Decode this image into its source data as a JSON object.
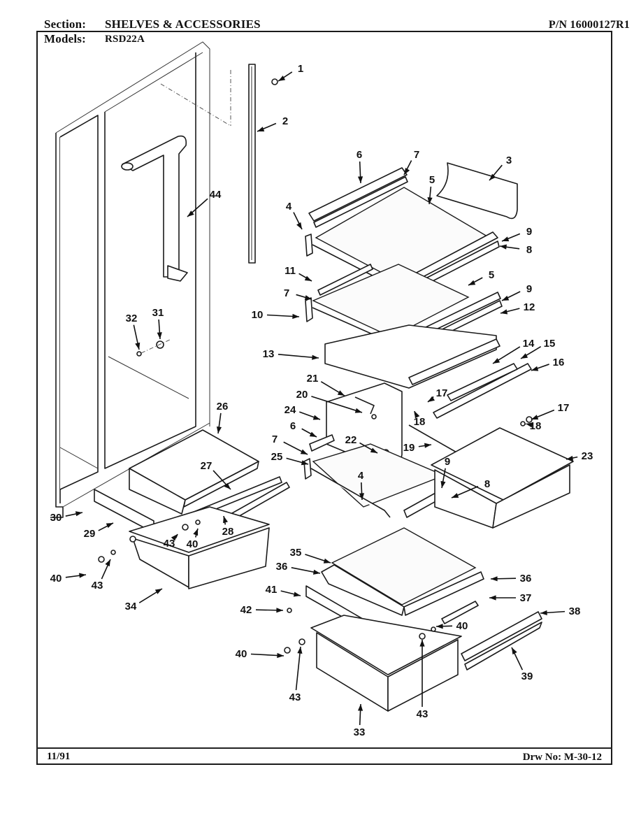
{
  "header": {
    "section_label": "Section:",
    "section_value": "SHELVES & ACCESSORIES",
    "models_label": "Models:",
    "models_value": "RSD22A",
    "part_number": "P/N 16000127R1"
  },
  "footer": {
    "date": "11/91",
    "drawing_number": "Drw No: M-30-12"
  },
  "callouts": [
    {
      "id": "1",
      "label": "1"
    },
    {
      "id": "2",
      "label": "2"
    },
    {
      "id": "3",
      "label": "3"
    },
    {
      "id": "4a",
      "label": "4"
    },
    {
      "id": "5a",
      "label": "5"
    },
    {
      "id": "6a",
      "label": "6"
    },
    {
      "id": "7a",
      "label": "7"
    },
    {
      "id": "8a",
      "label": "8"
    },
    {
      "id": "9a",
      "label": "9"
    },
    {
      "id": "11",
      "label": "11"
    },
    {
      "id": "7b",
      "label": "7"
    },
    {
      "id": "5b",
      "label": "5"
    },
    {
      "id": "9b",
      "label": "9"
    },
    {
      "id": "10",
      "label": "10"
    },
    {
      "id": "12",
      "label": "12"
    },
    {
      "id": "13",
      "label": "13"
    },
    {
      "id": "14",
      "label": "14"
    },
    {
      "id": "15",
      "label": "15"
    },
    {
      "id": "16",
      "label": "16"
    },
    {
      "id": "21",
      "label": "21"
    },
    {
      "id": "17a",
      "label": "17"
    },
    {
      "id": "20",
      "label": "20"
    },
    {
      "id": "18a",
      "label": "18"
    },
    {
      "id": "24",
      "label": "24"
    },
    {
      "id": "17b",
      "label": "17"
    },
    {
      "id": "18b",
      "label": "18"
    },
    {
      "id": "6b",
      "label": "6"
    },
    {
      "id": "22",
      "label": "22"
    },
    {
      "id": "19",
      "label": "19"
    },
    {
      "id": "7c",
      "label": "7"
    },
    {
      "id": "25",
      "label": "25"
    },
    {
      "id": "9c",
      "label": "9"
    },
    {
      "id": "23",
      "label": "23"
    },
    {
      "id": "4b",
      "label": "4"
    },
    {
      "id": "8b",
      "label": "8"
    },
    {
      "id": "26",
      "label": "26"
    },
    {
      "id": "27",
      "label": "27"
    },
    {
      "id": "28",
      "label": "28"
    },
    {
      "id": "30",
      "label": "30"
    },
    {
      "id": "29",
      "label": "29"
    },
    {
      "id": "43a",
      "label": "43"
    },
    {
      "id": "40a",
      "label": "40"
    },
    {
      "id": "40b",
      "label": "40"
    },
    {
      "id": "43b",
      "label": "43"
    },
    {
      "id": "34",
      "label": "34"
    },
    {
      "id": "32",
      "label": "32"
    },
    {
      "id": "31",
      "label": "31"
    },
    {
      "id": "44",
      "label": "44"
    },
    {
      "id": "35",
      "label": "35"
    },
    {
      "id": "36a",
      "label": "36"
    },
    {
      "id": "36b",
      "label": "36"
    },
    {
      "id": "41",
      "label": "41"
    },
    {
      "id": "37",
      "label": "37"
    },
    {
      "id": "42",
      "label": "42"
    },
    {
      "id": "38",
      "label": "38"
    },
    {
      "id": "40c",
      "label": "40"
    },
    {
      "id": "40d",
      "label": "40"
    },
    {
      "id": "39",
      "label": "39"
    },
    {
      "id": "43c",
      "label": "43"
    },
    {
      "id": "43d",
      "label": "43"
    },
    {
      "id": "33",
      "label": "33"
    }
  ]
}
